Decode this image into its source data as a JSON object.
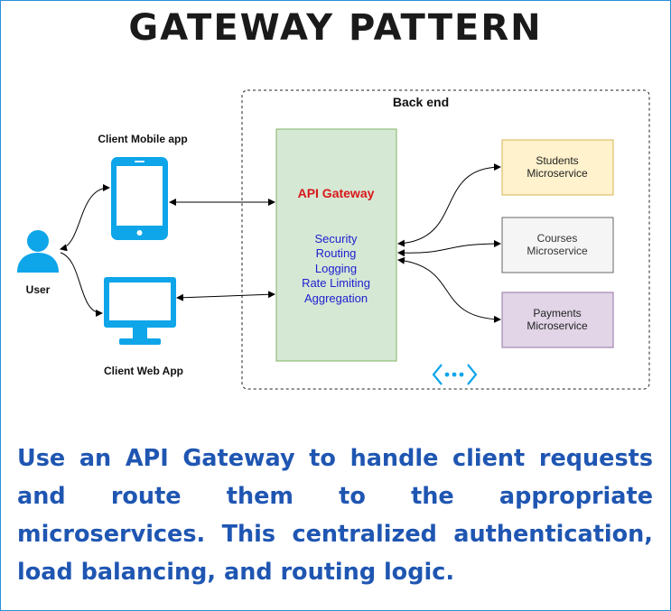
{
  "title": "GATEWAY PATTERN",
  "diagram": {
    "backend_label": "Back end",
    "user_label": "User",
    "mobile_label": "Client Mobile app",
    "web_label": "Client Web App",
    "gateway": {
      "title": "API Gateway",
      "features": [
        "Security",
        "Routing",
        "Logging",
        "Rate Limiting",
        "Aggregation"
      ]
    },
    "services": [
      {
        "line1": "Students",
        "line2": "Microservice"
      },
      {
        "line1": "Courses",
        "line2": "Microservice"
      },
      {
        "line1": "Payments",
        "line2": "Microservice"
      }
    ]
  },
  "description": "Use an API Gateway to handle client requests and route them to the appropriate microservices. This centralized authentication, load balancing, and routing logic.",
  "colors": {
    "accent_blue": "#0ea5e9",
    "gateway_fill": "#d5e8d4",
    "gateway_stroke": "#82b366",
    "gateway_title": "#d9171a",
    "feature_text": "#2020d0",
    "students_fill": "#fff2cc",
    "courses_fill": "#f5f5f5",
    "payments_fill": "#e1d5e7",
    "description_text": "#1f56b2"
  }
}
